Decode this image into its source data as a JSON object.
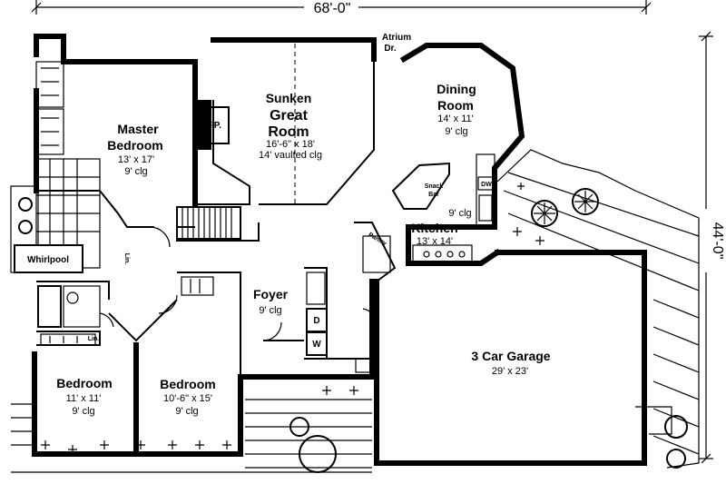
{
  "overall": {
    "width_label": "68'-0\"",
    "depth_label": "44'-0\""
  },
  "rooms": {
    "master": {
      "line1": "Master",
      "line2": "Bedroom",
      "dims": "13' x 17'",
      "ceiling": "9' clg"
    },
    "great": {
      "line1": "Sunken",
      "line2": "Great",
      "line3": "Room",
      "dims": "16'-6\" x 18'",
      "ceiling": "14' vaulted clg"
    },
    "dining": {
      "line1": "Dining",
      "line2": "Room",
      "dims": "14' x 11'",
      "ceiling": "9' clg"
    },
    "kitchen": {
      "name": "Kitchen",
      "dims": "13' x 14'",
      "ceiling": "9' clg"
    },
    "foyer": {
      "name": "Foyer",
      "ceiling": "9' clg"
    },
    "garage": {
      "name": "3 Car Garage",
      "dims": "29' x 23'"
    },
    "bed1": {
      "name": "Bedroom",
      "dims": "11' x 11'",
      "ceiling": "9' clg"
    },
    "bed2": {
      "name": "Bedroom",
      "dims": "10'-6\" x 15'",
      "ceiling": "9' clg"
    }
  },
  "fixtures": {
    "fireplace": "F.P.",
    "atrium_door_1": "Atrium",
    "atrium_door_2": "Dr.",
    "snack_bar_1": "Snack",
    "snack_bar_2": "Bar",
    "dishwasher": "DW",
    "pantry": "Pantry",
    "whirlpool": "Whirlpool",
    "linen_1": "Lin.",
    "linen_2": "Lin.",
    "dryer": "D",
    "washer": "W"
  }
}
